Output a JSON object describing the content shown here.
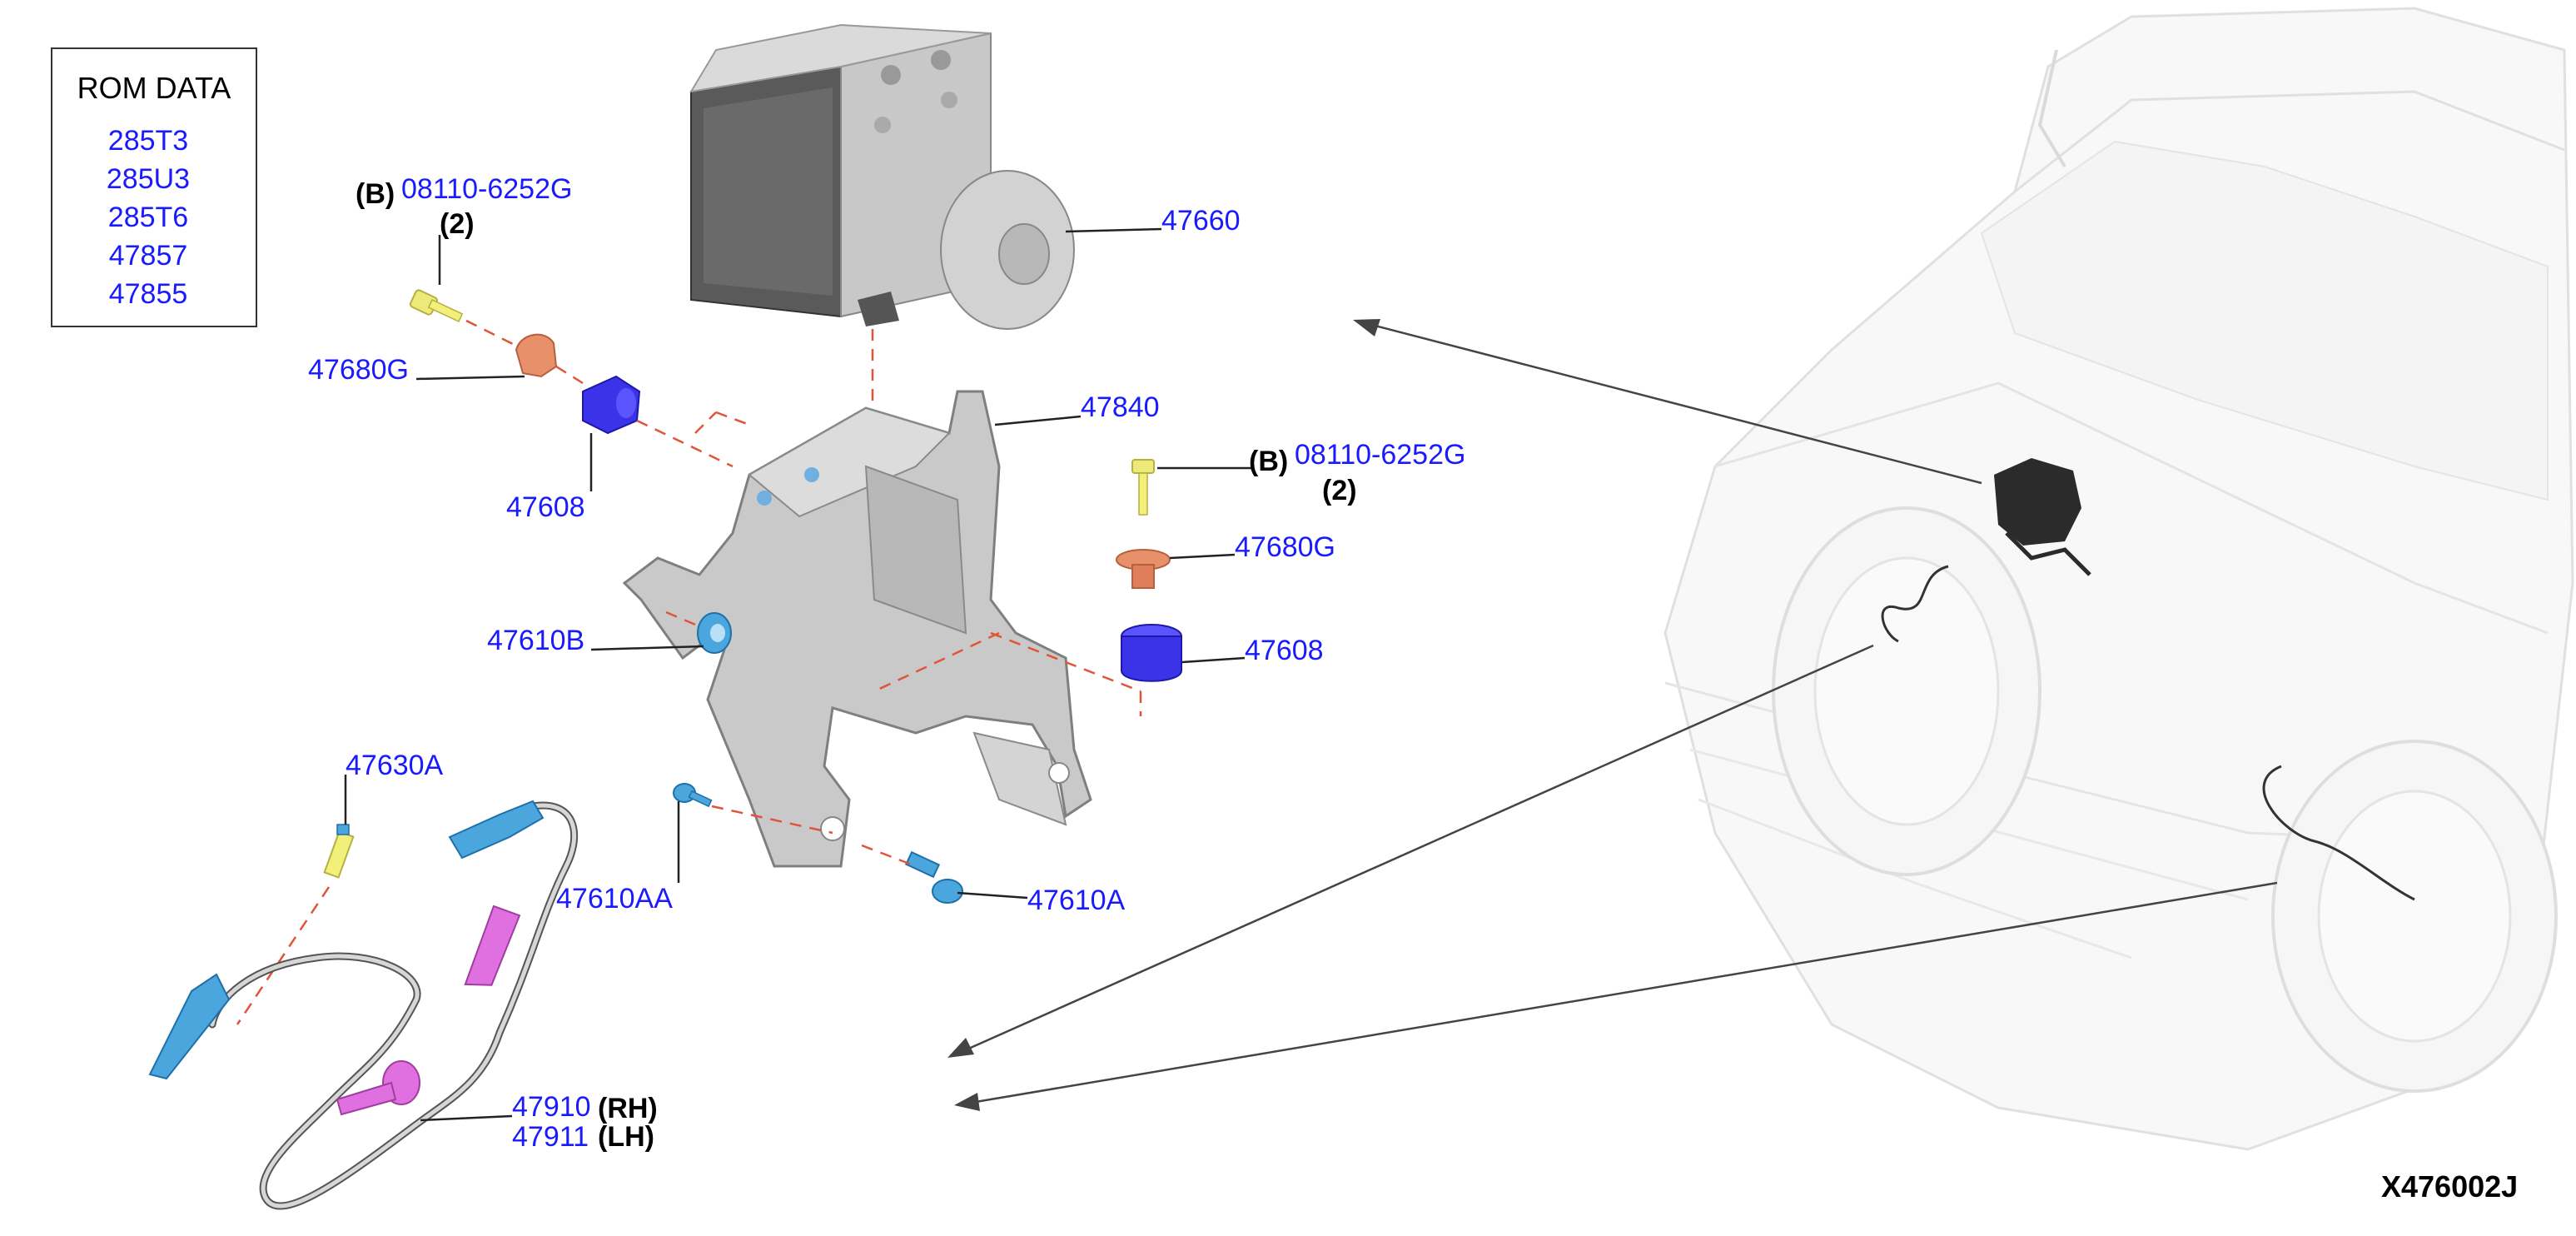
{
  "rom_data": {
    "title": "ROM DATA",
    "items": [
      "285T3",
      "285U3",
      "285T6",
      "47857",
      "47855"
    ]
  },
  "labels": {
    "b_qual": "(B)",
    "bolt_top_pn": "08110-6252G",
    "bolt_top_qty": "(2)",
    "bolt_right_pn": "08110-6252G",
    "bolt_right_qty": "(2)",
    "abs_unit": "47660",
    "bushing_left": "47680G",
    "grommet_left": "47608",
    "bracket": "47840",
    "bushing_right": "47680G",
    "grommet_right": "47608",
    "nut_b": "47610B",
    "sensor_bolt": "47630A",
    "bolt_aa": "47610AA",
    "bolt_a": "47610A",
    "sensor_rh_pn": "47910",
    "sensor_rh_side": "(RH)",
    "sensor_lh_pn": "47911",
    "sensor_lh_side": "(LH)"
  },
  "diagram_code": "X476002J",
  "colors": {
    "part_number": "#1a1aff",
    "dash_line": "#e0553a",
    "bolt": "#f2f07a",
    "bushing": "#e8906a",
    "grommet": "#3a33e8",
    "sensor_connector": "#4aa6dd",
    "sensor_grommet": "#e070e0"
  }
}
